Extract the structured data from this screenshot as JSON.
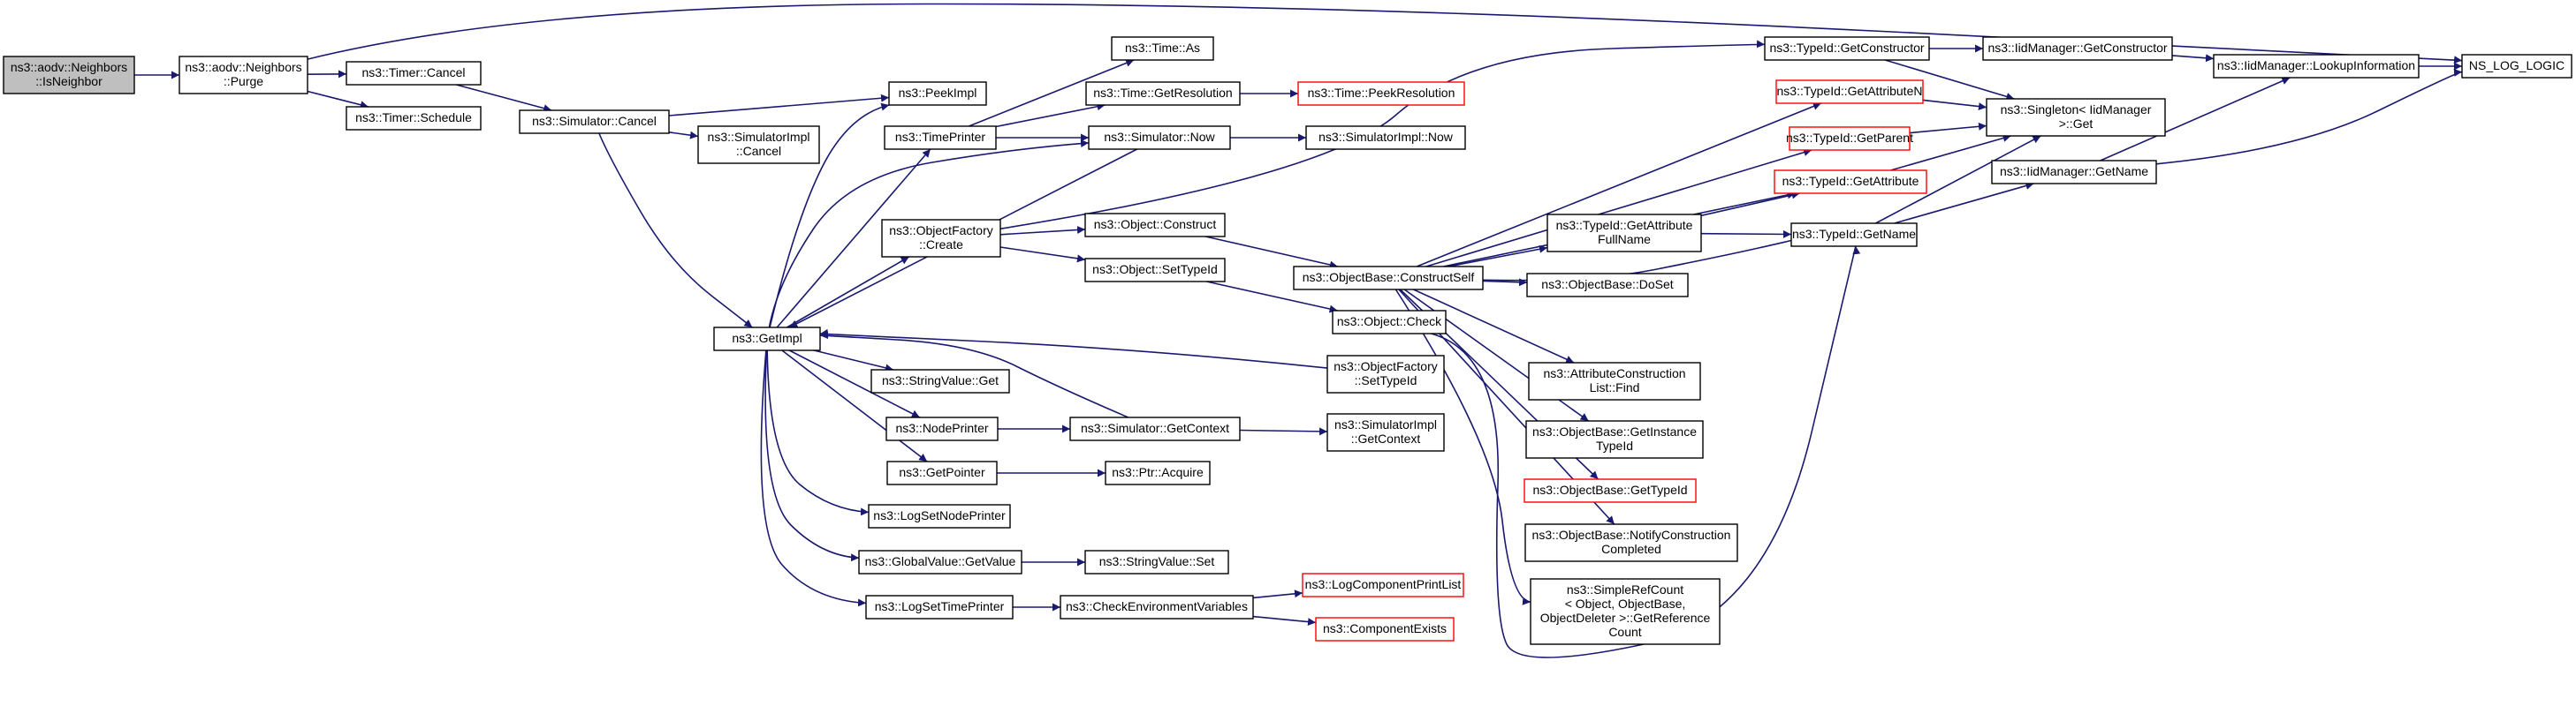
{
  "graph": {
    "root": "isneighbor",
    "colors": {
      "edge": "#191970",
      "box_border": "#000000",
      "truncated_border": "#ff0000",
      "root_fill": "#bfbfbf",
      "box_fill": "#ffffff"
    },
    "nodes": [
      {
        "id": "isneighbor",
        "lines": [
          "ns3::aodv::Neighbors",
          "::IsNeighbor"
        ],
        "kind": "root"
      },
      {
        "id": "purge",
        "lines": [
          "ns3::aodv::Neighbors",
          "::Purge"
        ]
      },
      {
        "id": "timer_cancel",
        "lines": [
          "ns3::Timer::Cancel"
        ]
      },
      {
        "id": "timer_schedule",
        "lines": [
          "ns3::Timer::Schedule"
        ]
      },
      {
        "id": "sim_cancel",
        "lines": [
          "ns3::Simulator::Cancel"
        ]
      },
      {
        "id": "simimpl_cancel",
        "lines": [
          "ns3::SimulatorImpl",
          "::Cancel"
        ]
      },
      {
        "id": "getimpl",
        "lines": [
          "ns3::GetImpl"
        ]
      },
      {
        "id": "peekimpl",
        "lines": [
          "ns3::PeekImpl"
        ]
      },
      {
        "id": "timeprinter",
        "lines": [
          "ns3::TimePrinter"
        ]
      },
      {
        "id": "objfactory_create",
        "lines": [
          "ns3::ObjectFactory",
          "::Create"
        ]
      },
      {
        "id": "stringvalue_get",
        "lines": [
          "ns3::StringValue::Get"
        ]
      },
      {
        "id": "nodeprinter",
        "lines": [
          "ns3::NodePrinter"
        ]
      },
      {
        "id": "getpointer",
        "lines": [
          "ns3::GetPointer"
        ]
      },
      {
        "id": "logsetnodeprinter",
        "lines": [
          "ns3::LogSetNodePrinter"
        ]
      },
      {
        "id": "globalvalue_getvalue",
        "lines": [
          "ns3::GlobalValue::GetValue"
        ]
      },
      {
        "id": "logsettimeprinter",
        "lines": [
          "ns3::LogSetTimePrinter"
        ]
      },
      {
        "id": "time_as",
        "lines": [
          "ns3::Time::As"
        ]
      },
      {
        "id": "time_getresolution",
        "lines": [
          "ns3::Time::GetResolution"
        ]
      },
      {
        "id": "time_peekresolution",
        "lines": [
          "ns3::Time::PeekResolution"
        ],
        "kind": "truncated"
      },
      {
        "id": "sim_now",
        "lines": [
          "ns3::Simulator::Now"
        ]
      },
      {
        "id": "simimpl_now",
        "lines": [
          "ns3::SimulatorImpl::Now"
        ]
      },
      {
        "id": "object_construct",
        "lines": [
          "ns3::Object::Construct"
        ]
      },
      {
        "id": "object_settypeid",
        "lines": [
          "ns3::Object::SetTypeId"
        ]
      },
      {
        "id": "sim_getcontext",
        "lines": [
          "ns3::Simulator::GetContext"
        ]
      },
      {
        "id": "ptr_acquire",
        "lines": [
          "ns3::Ptr::Acquire"
        ]
      },
      {
        "id": "stringvalue_set",
        "lines": [
          "ns3::StringValue::Set"
        ]
      },
      {
        "id": "checkenv",
        "lines": [
          "ns3::CheckEnvironmentVariables"
        ]
      },
      {
        "id": "logcomponentprintlist",
        "lines": [
          "ns3::LogComponentPrintList"
        ],
        "kind": "truncated"
      },
      {
        "id": "componentexists",
        "lines": [
          "ns3::ComponentExists"
        ],
        "kind": "truncated"
      },
      {
        "id": "objbase_constructself",
        "lines": [
          "ns3::ObjectBase::ConstructSelf"
        ]
      },
      {
        "id": "object_check",
        "lines": [
          "ns3::Object::Check"
        ]
      },
      {
        "id": "objfactory_settypeid",
        "lines": [
          "ns3::ObjectFactory",
          "::SetTypeId"
        ]
      },
      {
        "id": "simimpl_getcontext",
        "lines": [
          "ns3::SimulatorImpl",
          "::GetContext"
        ]
      },
      {
        "id": "typeid_getconstructor",
        "lines": [
          "ns3::TypeId::GetConstructor"
        ]
      },
      {
        "id": "typeid_getattributen",
        "lines": [
          "ns3::TypeId::GetAttributeN"
        ],
        "kind": "truncated"
      },
      {
        "id": "typeid_getparent",
        "lines": [
          "ns3::TypeId::GetParent"
        ],
        "kind": "truncated"
      },
      {
        "id": "typeid_getattribute",
        "lines": [
          "ns3::TypeId::GetAttribute"
        ],
        "kind": "truncated"
      },
      {
        "id": "typeid_getattributefullname",
        "lines": [
          "ns3::TypeId::GetAttribute",
          "FullName"
        ]
      },
      {
        "id": "objbase_doset",
        "lines": [
          "ns3::ObjectBase::DoSet"
        ]
      },
      {
        "id": "attrconstructionlist_find",
        "lines": [
          "ns3::AttributeConstruction",
          "List::Find"
        ]
      },
      {
        "id": "objbase_getinstancetypeid",
        "lines": [
          "ns3::ObjectBase::GetInstance",
          "TypeId"
        ]
      },
      {
        "id": "objbase_gettypeid",
        "lines": [
          "ns3::ObjectBase::GetTypeId"
        ],
        "kind": "truncated"
      },
      {
        "id": "objbase_notifyconstructioncompleted",
        "lines": [
          "ns3::ObjectBase::NotifyConstruction",
          "Completed"
        ]
      },
      {
        "id": "simplerefcount_getreferencecount",
        "lines": [
          "ns3::SimpleRefCount",
          "< Object, ObjectBase,",
          "ObjectDeleter >::GetReference",
          "Count"
        ]
      },
      {
        "id": "typeid_getname",
        "lines": [
          "ns3::TypeId::GetName"
        ]
      },
      {
        "id": "iidmanager_getconstructor",
        "lines": [
          "ns3::IidManager::GetConstructor"
        ]
      },
      {
        "id": "singleton_get",
        "lines": [
          "ns3::Singleton< IidManager",
          ">::Get"
        ]
      },
      {
        "id": "iidmanager_getname",
        "lines": [
          "ns3::IidManager::GetName"
        ]
      },
      {
        "id": "iidmanager_lookupinformation",
        "lines": [
          "ns3::IidManager::LookupInformation"
        ]
      },
      {
        "id": "ns_log_logic",
        "lines": [
          "NS_LOG_LOGIC"
        ]
      }
    ],
    "edges": [
      [
        "isneighbor",
        "purge"
      ],
      [
        "purge",
        "timer_cancel"
      ],
      [
        "purge",
        "timer_schedule"
      ],
      [
        "purge",
        "ns_log_logic"
      ],
      [
        "timer_cancel",
        "sim_cancel"
      ],
      [
        "sim_cancel",
        "simimpl_cancel"
      ],
      [
        "sim_cancel",
        "getimpl"
      ],
      [
        "sim_cancel",
        "peekimpl"
      ],
      [
        "getimpl",
        "peekimpl"
      ],
      [
        "getimpl",
        "timeprinter"
      ],
      [
        "getimpl",
        "objfactory_create"
      ],
      [
        "getimpl",
        "stringvalue_get"
      ],
      [
        "getimpl",
        "nodeprinter"
      ],
      [
        "getimpl",
        "getpointer"
      ],
      [
        "getimpl",
        "logsetnodeprinter"
      ],
      [
        "getimpl",
        "globalvalue_getvalue"
      ],
      [
        "getimpl",
        "logsettimeprinter"
      ],
      [
        "getimpl",
        "sim_now"
      ],
      [
        "timeprinter",
        "time_as"
      ],
      [
        "timeprinter",
        "time_getresolution"
      ],
      [
        "timeprinter",
        "sim_now"
      ],
      [
        "time_getresolution",
        "time_peekresolution"
      ],
      [
        "sim_now",
        "getimpl"
      ],
      [
        "sim_now",
        "simimpl_now"
      ],
      [
        "objfactory_create",
        "object_construct"
      ],
      [
        "objfactory_create",
        "object_settypeid"
      ],
      [
        "objfactory_create",
        "typeid_getconstructor"
      ],
      [
        "object_construct",
        "objbase_constructself"
      ],
      [
        "object_settypeid",
        "object_check"
      ],
      [
        "nodeprinter",
        "sim_getcontext"
      ],
      [
        "sim_getcontext",
        "getimpl"
      ],
      [
        "sim_getcontext",
        "simimpl_getcontext"
      ],
      [
        "getpointer",
        "ptr_acquire"
      ],
      [
        "globalvalue_getvalue",
        "stringvalue_set"
      ],
      [
        "logsettimeprinter",
        "checkenv"
      ],
      [
        "checkenv",
        "logcomponentprintlist"
      ],
      [
        "checkenv",
        "componentexists"
      ],
      [
        "objfactory_settypeid",
        "getimpl"
      ],
      [
        "objbase_constructself",
        "typeid_getattributen"
      ],
      [
        "objbase_constructself",
        "typeid_getparent"
      ],
      [
        "objbase_constructself",
        "typeid_getattribute"
      ],
      [
        "objbase_constructself",
        "typeid_getattributefullname"
      ],
      [
        "objbase_constructself",
        "objbase_doset"
      ],
      [
        "objbase_constructself",
        "typeid_getname"
      ],
      [
        "objbase_constructself",
        "attrconstructionlist_find"
      ],
      [
        "objbase_constructself",
        "objbase_getinstancetypeid"
      ],
      [
        "objbase_constructself",
        "objbase_gettypeid"
      ],
      [
        "objbase_constructself",
        "objbase_notifyconstructioncompleted"
      ],
      [
        "objbase_constructself",
        "simplerefcount_getreferencecount"
      ],
      [
        "object_check",
        "typeid_getname"
      ],
      [
        "typeid_getattributefullname",
        "typeid_getattribute"
      ],
      [
        "typeid_getattributefullname",
        "typeid_getname"
      ],
      [
        "typeid_getconstructor",
        "iidmanager_getconstructor"
      ],
      [
        "typeid_getconstructor",
        "singleton_get"
      ],
      [
        "typeid_getattributen",
        "singleton_get"
      ],
      [
        "typeid_getparent",
        "singleton_get"
      ],
      [
        "typeid_getattribute",
        "singleton_get"
      ],
      [
        "typeid_getname",
        "singleton_get"
      ],
      [
        "typeid_getname",
        "iidmanager_getname"
      ],
      [
        "iidmanager_getconstructor",
        "iidmanager_lookupinformation"
      ],
      [
        "iidmanager_getname",
        "iidmanager_lookupinformation"
      ],
      [
        "iidmanager_getname",
        "ns_log_logic"
      ],
      [
        "iidmanager_lookupinformation",
        "ns_log_logic"
      ]
    ]
  }
}
